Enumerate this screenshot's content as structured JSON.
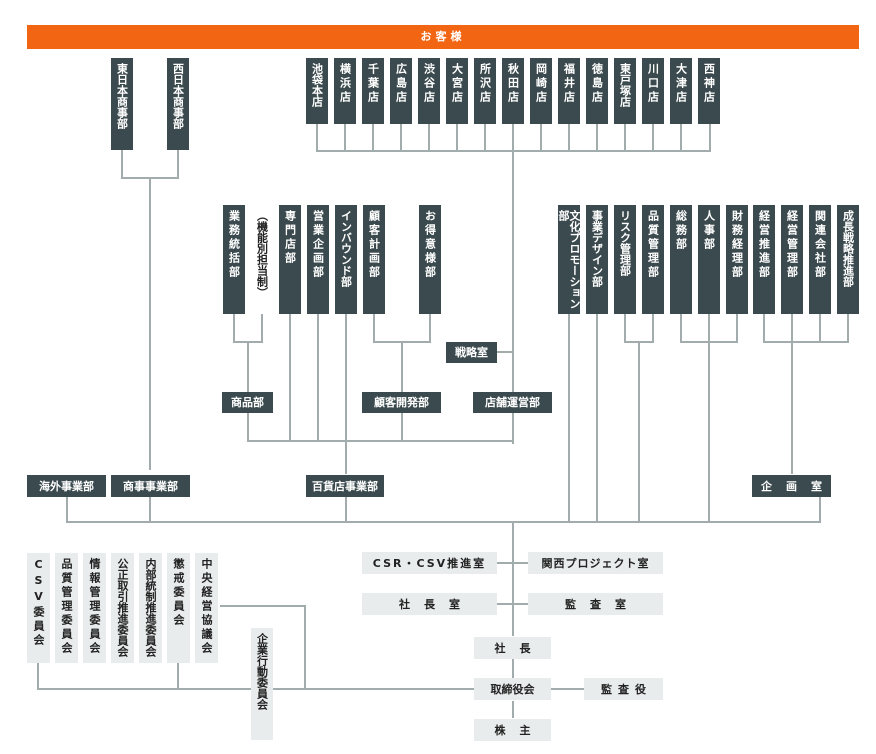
{
  "banner": "お客様",
  "regional_offices": [
    "東日本商事部",
    "西日本商事部"
  ],
  "stores": [
    "池袋本店",
    "横浜店",
    "千葉店",
    "広島店",
    "渋谷店",
    "大宮店",
    "所沢店",
    "秋田店",
    "岡崎店",
    "福井店",
    "徳島店",
    "東戸塚店",
    "川口店",
    "大津店",
    "西神店"
  ],
  "merch_departments": [
    "業務統括部",
    "（機能別担当制）",
    "専門店部",
    "営業企画部",
    "インバウンド部",
    "顧客計画部",
    "お得意様部"
  ],
  "mid_departments": {
    "products": "商品部",
    "customer_dev": "顧客開発部",
    "store_ops": "店舗運営部",
    "strategy": "戦略室"
  },
  "corporate_departments": [
    "文化プロモーション部",
    "事業デザイン部",
    "リスク管理部",
    "品質管理部",
    "総務部",
    "人事部",
    "財務経理部",
    "経営推進部",
    "経営管理部",
    "関連会社部",
    "成長戦略推進部"
  ],
  "business_divisions": {
    "overseas": "海外事業部",
    "trading": "商事事業部",
    "department_store": "百貨店事業部",
    "planning": "企画室"
  },
  "committees": [
    "CSV委員会",
    "品質管理委員会",
    "情報管理委員会",
    "公正取引推進委員会",
    "内部統制推進委員会",
    "懲戒委員会",
    "中央経営協議会"
  ],
  "conduct_committee": "企業行動委員会",
  "executive": {
    "csr_office": "CSR・CSV推進室",
    "kansai_project": "関西プロジェクト室",
    "president_office": "社長室",
    "audit_office": "監査室",
    "president": "社長",
    "board": "取締役会",
    "auditors": "監査役",
    "shareholders": "株主"
  },
  "colors": {
    "banner": "#f26513",
    "dark_box": "#3b4a4e",
    "light_box": "#e9ecec",
    "line": "#a3acad"
  }
}
